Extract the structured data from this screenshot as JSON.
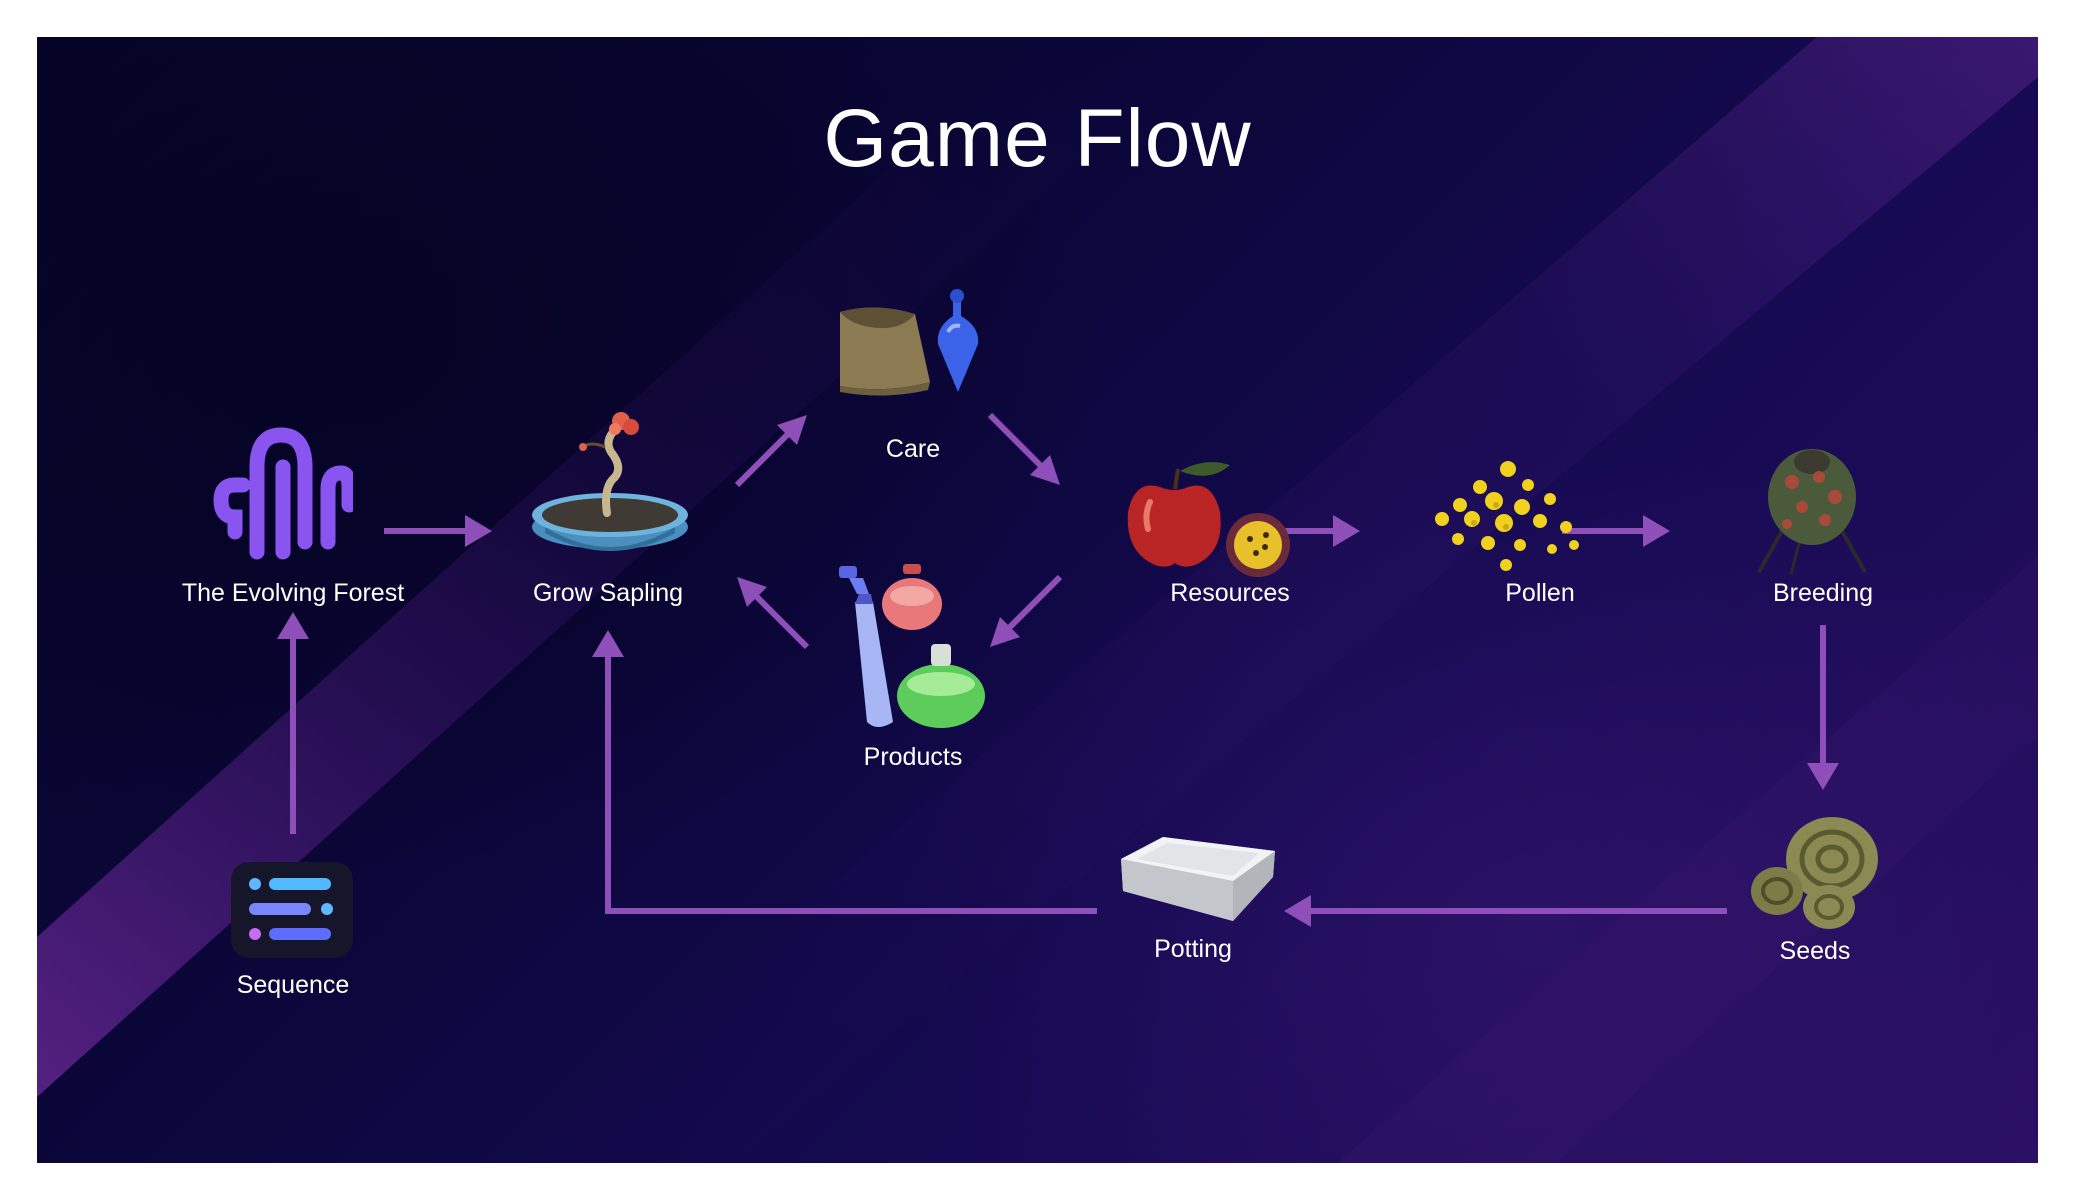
{
  "title": "Game Flow",
  "colors": {
    "background": "#0b0638",
    "accent_purple": "#9b5fc0",
    "arrow": "#8e4fb8",
    "text": "#ffffff"
  },
  "nodes": {
    "evolving_forest": {
      "label": "The Evolving Forest",
      "icon": "evolving-forest-logo-icon"
    },
    "grow_sapling": {
      "label": "Grow Sapling",
      "icon": "bonsai-sapling-icon"
    },
    "care": {
      "label": "Care",
      "icon": "sack-and-potion-icon"
    },
    "products": {
      "label": "Products",
      "icon": "sprayer-and-flasks-icon"
    },
    "resources": {
      "label": "Resources",
      "icon": "apple-and-fruit-icon"
    },
    "pollen": {
      "label": "Pollen",
      "icon": "pollen-icon"
    },
    "breeding": {
      "label": "Breeding",
      "icon": "breeding-pod-icon"
    },
    "seeds": {
      "label": "Seeds",
      "icon": "seeds-icon"
    },
    "potting": {
      "label": "Potting",
      "icon": "potting-tray-icon"
    },
    "sequence": {
      "label": "Sequence",
      "icon": "sequence-app-icon"
    }
  }
}
